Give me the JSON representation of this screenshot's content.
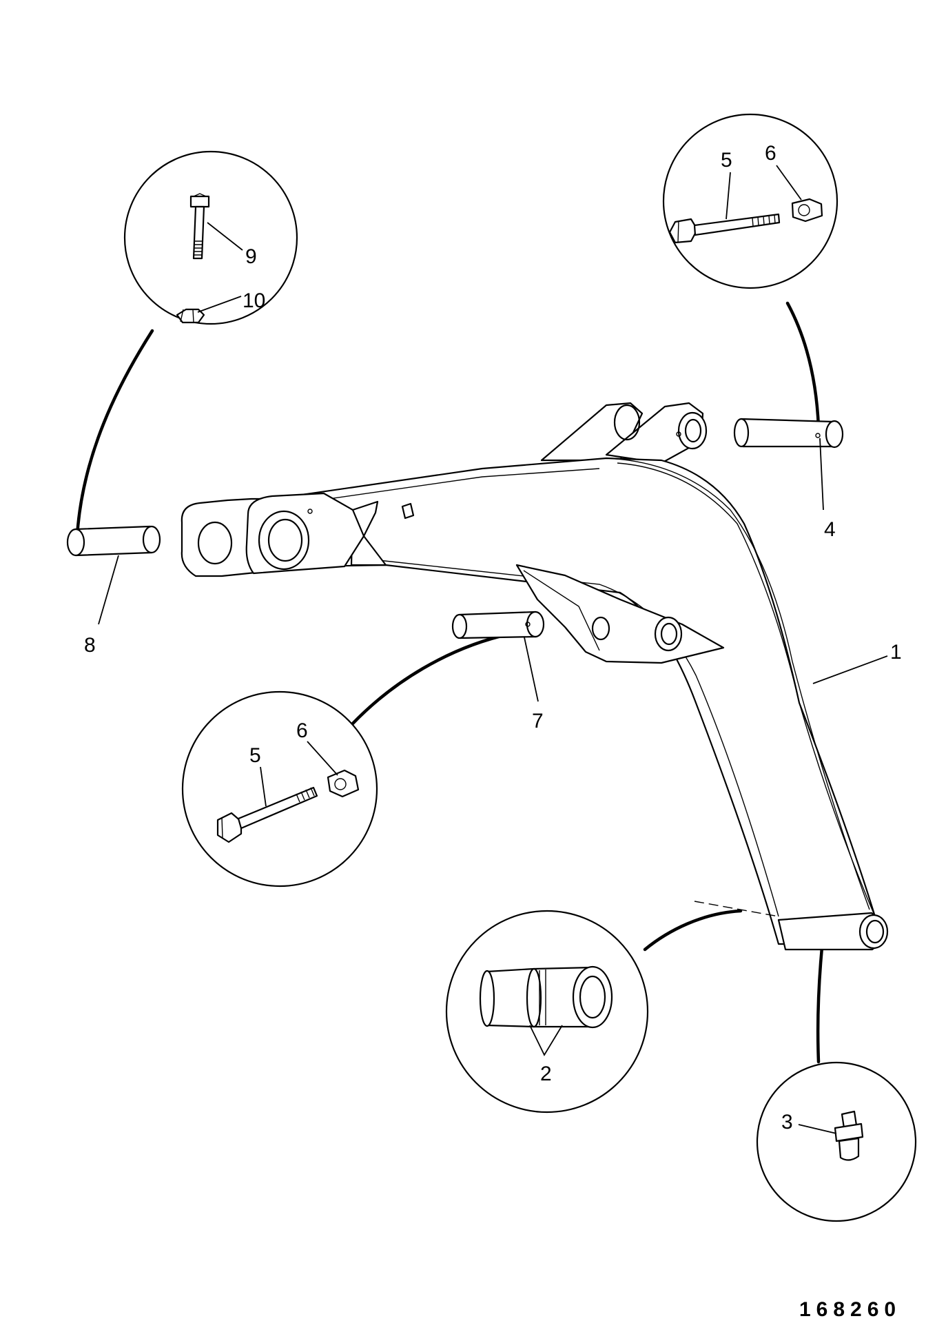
{
  "figure_number": "168260",
  "callouts": {
    "c1": "1",
    "c2": "2",
    "c3": "3",
    "c4": "4",
    "c5a": "5",
    "c5b": "5",
    "c6a": "6",
    "c6b": "6",
    "c7": "7",
    "c8": "8",
    "c9": "9",
    "c10": "10"
  }
}
